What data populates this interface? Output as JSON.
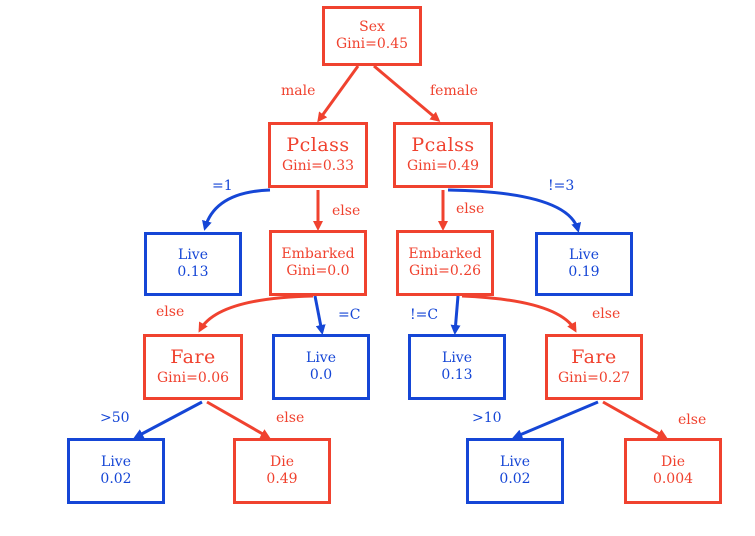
{
  "colors": {
    "red": "#f0422f",
    "blue": "#1546d6"
  },
  "nodes": {
    "root": {
      "line1": "Sex",
      "line2": "Gini=0.45",
      "color": "red"
    },
    "pclass_male": {
      "line1": "Pclass",
      "line2": "Gini=0.33",
      "color": "red"
    },
    "pclass_female": {
      "line1": "Pcalss",
      "line2": "Gini=0.49",
      "color": "red"
    },
    "live_013_a": {
      "line1": "Live",
      "line2": "0.13",
      "color": "blue"
    },
    "embarked_m": {
      "line1": "Embarked",
      "line2": "Gini=0.0",
      "color": "red"
    },
    "embarked_f": {
      "line1": "Embarked",
      "line2": "Gini=0.26",
      "color": "red"
    },
    "live_019": {
      "line1": "Live",
      "line2": "0.19",
      "color": "blue"
    },
    "fare_m": {
      "line1": "Fare",
      "line2": "Gini=0.06",
      "color": "red"
    },
    "live_00": {
      "line1": "Live",
      "line2": "0.0",
      "color": "blue"
    },
    "live_013_b": {
      "line1": "Live",
      "line2": "0.13",
      "color": "blue"
    },
    "fare_f": {
      "line1": "Fare",
      "line2": "Gini=0.27",
      "color": "red"
    },
    "live_002_a": {
      "line1": "Live",
      "line2": "0.02",
      "color": "blue"
    },
    "die_049": {
      "line1": "Die",
      "line2": "0.49",
      "color": "red"
    },
    "live_002_b": {
      "line1": "Live",
      "line2": "0.02",
      "color": "blue"
    },
    "die_0004": {
      "line1": "Die",
      "line2": "0.004",
      "color": "red"
    }
  },
  "edges": {
    "root_male": {
      "label": "male",
      "color": "red"
    },
    "root_female": {
      "label": "female",
      "color": "red"
    },
    "pm_eq1": {
      "label": "=1",
      "color": "blue"
    },
    "pm_else": {
      "label": "else",
      "color": "red"
    },
    "pf_else": {
      "label": "else",
      "color": "red"
    },
    "pf_neq3": {
      "label": "!=3",
      "color": "blue"
    },
    "em_else": {
      "label": "else",
      "color": "red"
    },
    "em_eqC": {
      "label": "=C",
      "color": "blue"
    },
    "ef_neqC": {
      "label": "!=C",
      "color": "blue"
    },
    "ef_else": {
      "label": "else",
      "color": "red"
    },
    "fm_gt50": {
      "label": ">50",
      "color": "blue"
    },
    "fm_else": {
      "label": "else",
      "color": "red"
    },
    "ff_gt10": {
      "label": ">10",
      "color": "blue"
    },
    "ff_else": {
      "label": "else",
      "color": "red"
    }
  }
}
